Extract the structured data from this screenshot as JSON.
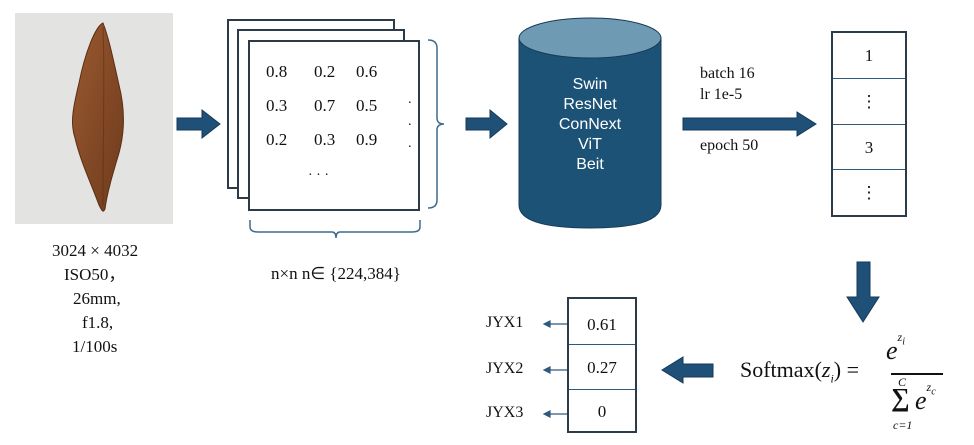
{
  "input_image": {
    "icon": "leaf-photo",
    "meta": [
      "3024 × 4032",
      "ISO50，",
      "26mm,",
      "f1.8,",
      "1/100s"
    ]
  },
  "matrix": {
    "rows": [
      [
        "0.8",
        "0.2",
        "0.6"
      ],
      [
        "0.3",
        "0.7",
        "0.5"
      ],
      [
        "0.2",
        "0.3",
        "0.9"
      ]
    ],
    "row_ellipsis": "· · ·",
    "col_ellipsis": ".",
    "size_label": "n×n n∈ {224,384}"
  },
  "models": {
    "names": [
      "Swin",
      "ResNet",
      "ConNext",
      "ViT",
      "Beit"
    ]
  },
  "training_params": {
    "batch": "batch 16",
    "lr": "lr 1e-5",
    "epoch": "epoch 50"
  },
  "logits": {
    "cells": [
      "1",
      "⋮",
      "3",
      "⋮"
    ]
  },
  "softmax": {
    "label": "Softmax",
    "arg": "z",
    "arg_sub": "i",
    "num_base": "e",
    "num_exp": "z",
    "num_exp_sub": "i",
    "sum_symbol": "∑",
    "sum_upper": "C",
    "sum_lower": "c=1",
    "den_base": "e",
    "den_exp": "z",
    "den_exp_sub": "c"
  },
  "probabilities": {
    "classes": [
      {
        "label": "JYX1",
        "value": "0.61"
      },
      {
        "label": "JYX2",
        "value": "0.27"
      },
      {
        "label": "JYX3",
        "value": "0"
      }
    ]
  },
  "colors": {
    "arrow": "#1f5078",
    "cylinder_body": "#1d5277",
    "cylinder_top": "#6e9bb3",
    "bracket": "#3e6a8e",
    "leaf": "#8a4a24"
  }
}
